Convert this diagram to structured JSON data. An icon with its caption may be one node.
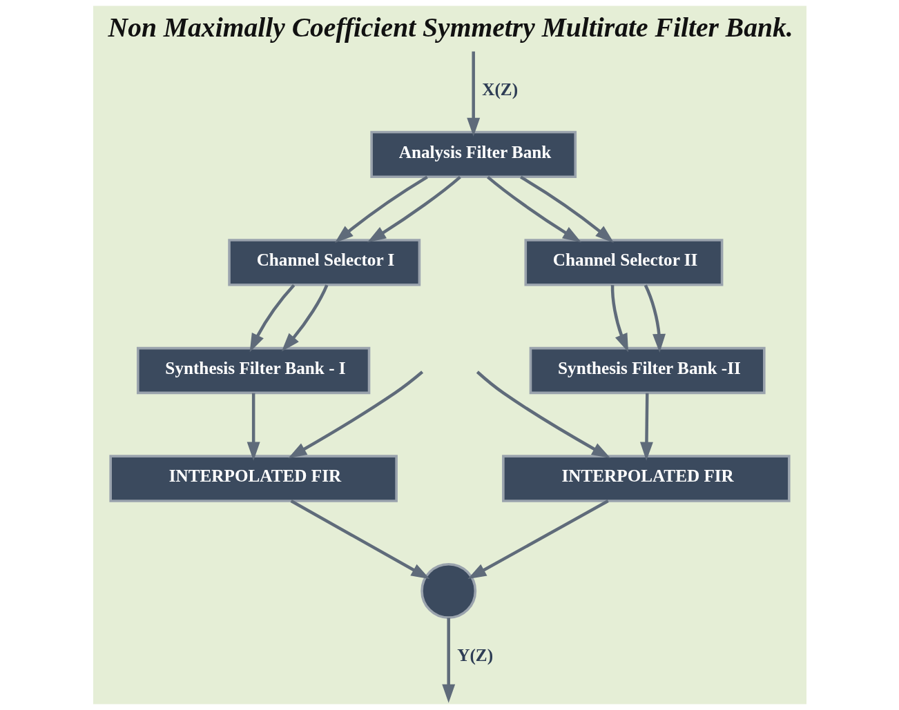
{
  "diagram": {
    "title": "Non Maximally Coefficient Symmetry Multirate Filter Bank.",
    "nodes": [
      {
        "text": [
          "Analysis Filter Bank"
        ]
      },
      {
        "text": [
          "Channel Selector I"
        ]
      },
      {
        "text": [
          "Channel Selector II"
        ]
      },
      {
        "text": [
          "Synthesis Filter Bank - I"
        ]
      },
      {
        "text": [
          "Synthesis Filter Bank -II"
        ]
      },
      {
        "text": [
          "INTERPOLATED FIR"
        ]
      },
      {
        "text": [
          "INTERPOLATED FIR"
        ]
      },
      {
        "text": [],
        "shape": "circle"
      }
    ],
    "edges": [
      {
        "from": null,
        "to": 0,
        "arrow": "to",
        "label": "X(Z)"
      },
      {
        "from": 0,
        "to": 1,
        "arrow": "to"
      },
      {
        "from": 0,
        "to": 1,
        "arrow": "to"
      },
      {
        "from": 0,
        "to": 2,
        "arrow": "to"
      },
      {
        "from": 0,
        "to": 2,
        "arrow": "to"
      },
      {
        "from": 1,
        "to": 3,
        "arrow": "to"
      },
      {
        "from": 1,
        "to": 3,
        "arrow": "to"
      },
      {
        "from": 2,
        "to": 4,
        "arrow": "to"
      },
      {
        "from": 2,
        "to": 4,
        "arrow": "to"
      },
      {
        "from": 3,
        "to": 5,
        "arrow": "to"
      },
      {
        "from": null,
        "to": 5,
        "arrow": "to"
      },
      {
        "from": 4,
        "to": 6,
        "arrow": "to"
      },
      {
        "from": null,
        "to": 6,
        "arrow": "to"
      },
      {
        "from": 5,
        "to": 7,
        "arrow": "to"
      },
      {
        "from": 6,
        "to": 7,
        "arrow": "to"
      },
      {
        "from": 7,
        "to": null,
        "arrow": "to",
        "label": "Y(Z)"
      }
    ]
  }
}
